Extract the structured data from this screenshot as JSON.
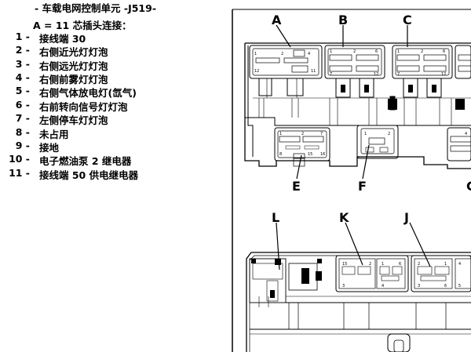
{
  "legend": {
    "title": "- 车载电网控制单元 -J519-",
    "subtitle": "A = 11 芯插头连接：",
    "items": [
      {
        "num": "1 -",
        "text": "接线端 30"
      },
      {
        "num": "2 -",
        "text": "右侧近光灯灯泡"
      },
      {
        "num": "3 -",
        "text": "右侧远光灯灯泡"
      },
      {
        "num": "4 -",
        "text": "右侧前雾灯灯泡"
      },
      {
        "num": "5 -",
        "text": "右侧气体放电灯(氙气)"
      },
      {
        "num": "6 -",
        "text": "右前转向信号灯灯泡"
      },
      {
        "num": "7 -",
        "text": "左侧停车灯灯泡"
      },
      {
        "num": "8 -",
        "text": "未占用"
      },
      {
        "num": "9 -",
        "text": "接地"
      },
      {
        "num": "10 -",
        "text": "电子燃油泵 2 继电器"
      },
      {
        "num": "11 -",
        "text": "接线端 50 供电继电器"
      }
    ]
  },
  "connectors": {
    "A": "A",
    "B": "B",
    "C": "C",
    "E": "E",
    "F": "F",
    "G": "G",
    "L": "L",
    "K": "K",
    "J": "J"
  },
  "pins": {
    "a1": "1",
    "a2": "2",
    "a4": "4",
    "a12": "12",
    "a11": "11",
    "b1": "1",
    "b2": "2",
    "b6": "6",
    "b12": "12",
    "b7": "7",
    "c1": "1",
    "c2": "2",
    "c6": "6",
    "c12": "12",
    "c7": "7",
    "e1": "1",
    "e2": "2",
    "e7": "7",
    "e8": "8",
    "e15": "15",
    "e16": "16",
    "f1": "1",
    "f2": "2",
    "g4": "4",
    "k15": "15",
    "k2": "2",
    "k1": "1",
    "k6": "6",
    "k3": "3",
    "k4": "4",
    "j2": "2",
    "j1": "1",
    "j3": "3",
    "j6": "6",
    "j4": "4",
    "j5": "5"
  }
}
